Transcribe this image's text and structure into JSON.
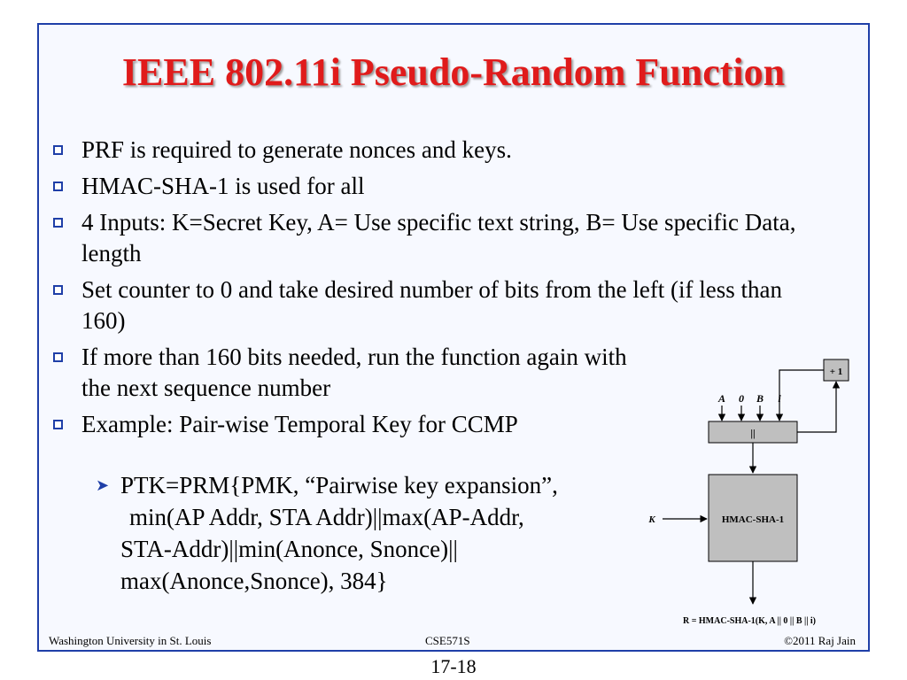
{
  "title": "IEEE 802.11i Pseudo-Random Function",
  "bullets": [
    "PRF is required to generate nonces and keys.",
    "HMAC-SHA-1 is used for all",
    "4 Inputs: K=Secret Key, A= Use specific text string, B= Use specific Data, length",
    "Set counter to 0 and take desired number of bits from the left (if less than 160)",
    "If more than 160 bits needed, run the function again with the next sequence number",
    "Example: Pair-wise Temporal Key for CCMP"
  ],
  "subbullet": {
    "line1": "PTK=PRM{PMK, “Pairwise key expansion”,",
    "line2": "min(AP Addr, STA Addr)||max(AP-Addr,",
    "line3": "STA-Addr)||min(Anonce, Snonce)||",
    "line4": "max(Anonce,Snonce), 384}"
  },
  "diagram": {
    "counter_label": "+ 1",
    "input_A": "A",
    "input_0": "0",
    "input_B": "B",
    "input_i": "i",
    "concat_label": "||",
    "key_label": "K",
    "hmac_label": "HMAC-SHA-1",
    "result_label": "R = HMAC-SHA-1(K, A || 0 || B || i)"
  },
  "footer": {
    "left": "Washington University in St. Louis",
    "center": "CSE571S",
    "right": "©2011 Raj Jain"
  },
  "page_number": "17-18",
  "colors": {
    "title": "#e01b1b",
    "border": "#1f3fa8",
    "box_fill": "#bfbfbf"
  }
}
